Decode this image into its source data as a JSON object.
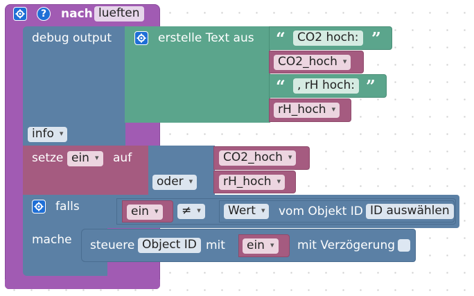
{
  "function_block": {
    "keyword": "nach",
    "name": "lueften",
    "color": "#a15bb3"
  },
  "debug_block": {
    "label": "debug output",
    "level": "info",
    "color": "#5b80a5"
  },
  "text_block": {
    "label": "erstelle Text aus",
    "items": [
      {
        "type": "string",
        "value": "CO2 hoch:"
      },
      {
        "type": "variable",
        "value": "CO2_hoch"
      },
      {
        "type": "string",
        "value": ", rH hoch:"
      },
      {
        "type": "variable",
        "value": "rH_hoch"
      }
    ],
    "color": "#5ba58c"
  },
  "set_block": {
    "label": "setze",
    "variable": "ein",
    "to_label": "auf",
    "color": "#a55b80"
  },
  "logic_block": {
    "operator": "oder",
    "a": "CO2_hoch",
    "b": "rH_hoch",
    "color": "#5b80a5"
  },
  "if_block": {
    "if_label": "falls",
    "do_label": "mache",
    "compare_left": "ein",
    "compare_op": "≠",
    "value_label": "Wert",
    "of_object_label": "vom Objekt ID",
    "object_id_placeholder": "ID auswählen",
    "color": "#5b80a5"
  },
  "control_block": {
    "label": "steuere",
    "object_id": "Object ID",
    "with_label": "mit",
    "value": "ein",
    "delay_label": "mit Verzögerung",
    "delay_checked": false
  },
  "icons": [
    "gear-icon",
    "help-icon",
    "dropdown-arrow-icon",
    "open-quote-icon",
    "close-quote-icon"
  ]
}
